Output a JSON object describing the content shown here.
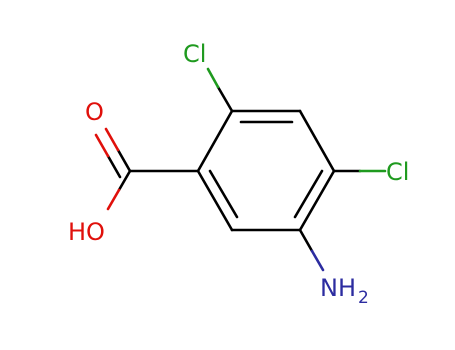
{
  "molecule": {
    "atoms": {
      "cl_top": {
        "text": "Cl",
        "color": "#1f9a1f"
      },
      "cl_right": {
        "text": "Cl",
        "color": "#1f9a1f"
      },
      "o_carbonyl": {
        "text": "O",
        "color": "#e0100b"
      },
      "oh": {
        "text": "HO",
        "color": "#e0100b"
      },
      "nh2": {
        "text": "NH",
        "subscript": "2",
        "color": "#2c2ca0"
      }
    },
    "colors": {
      "bond": "#000000",
      "chlorine": "#1f9a1f",
      "oxygen": "#e0100b",
      "nitrogen": "#2c2ca0"
    }
  }
}
